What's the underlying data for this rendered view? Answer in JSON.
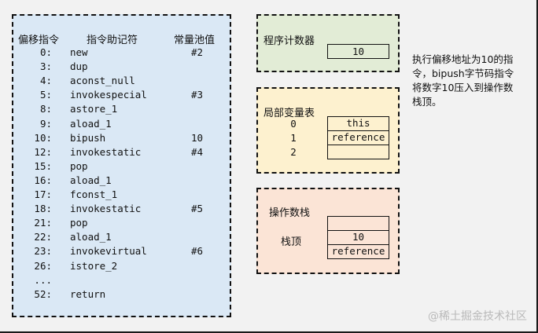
{
  "code_panel": {
    "headers": {
      "offset": "偏移指令",
      "mnemonic": "指令助记符",
      "constant": "常量池值"
    },
    "rows": [
      {
        "offset": "0:",
        "mnemonic": "new",
        "constant": "#2"
      },
      {
        "offset": "3:",
        "mnemonic": "dup",
        "constant": ""
      },
      {
        "offset": "4:",
        "mnemonic": "aconst_null",
        "constant": ""
      },
      {
        "offset": "5:",
        "mnemonic": "invokespecial",
        "constant": "#3"
      },
      {
        "offset": "8:",
        "mnemonic": "astore_1",
        "constant": ""
      },
      {
        "offset": "9:",
        "mnemonic": "aload_1",
        "constant": ""
      },
      {
        "offset": "10:",
        "mnemonic": "bipush",
        "constant": "10"
      },
      {
        "offset": "12:",
        "mnemonic": "invokestatic",
        "constant": "#4"
      },
      {
        "offset": "15:",
        "mnemonic": "pop",
        "constant": ""
      },
      {
        "offset": "16:",
        "mnemonic": "aload_1",
        "constant": ""
      },
      {
        "offset": "17:",
        "mnemonic": "fconst_1",
        "constant": ""
      },
      {
        "offset": "18:",
        "mnemonic": "invokestatic",
        "constant": "#5"
      },
      {
        "offset": "21:",
        "mnemonic": "pop",
        "constant": ""
      },
      {
        "offset": "22:",
        "mnemonic": "aload_1",
        "constant": ""
      },
      {
        "offset": "23:",
        "mnemonic": "invokevirtual",
        "constant": "#6"
      },
      {
        "offset": "26:",
        "mnemonic": "istore_2",
        "constant": ""
      },
      {
        "offset": "...",
        "mnemonic": "",
        "constant": ""
      },
      {
        "offset": "52:",
        "mnemonic": "return",
        "constant": ""
      }
    ]
  },
  "program_counter": {
    "title": "程序计数器",
    "value": "10"
  },
  "local_variables": {
    "title": "局部变量表",
    "slots": [
      {
        "index": "0",
        "value": "this"
      },
      {
        "index": "1",
        "value": "reference"
      },
      {
        "index": "2",
        "value": ""
      }
    ]
  },
  "operand_stack": {
    "title": "操作数栈",
    "top_label": "栈顶",
    "cells": [
      "",
      "10",
      "reference"
    ]
  },
  "note": "执行偏移地址为10的指令，bipush字节码指令将数字10压入到操作数栈顶。",
  "watermark": "@稀土掘金技术社区",
  "colors": {
    "background": "#f2f2f2",
    "code_panel": "#dae8f5",
    "program_counter": "#e2ecd6",
    "local_variables": "#fdf1cf",
    "operand_stack": "#fbe4d6"
  }
}
